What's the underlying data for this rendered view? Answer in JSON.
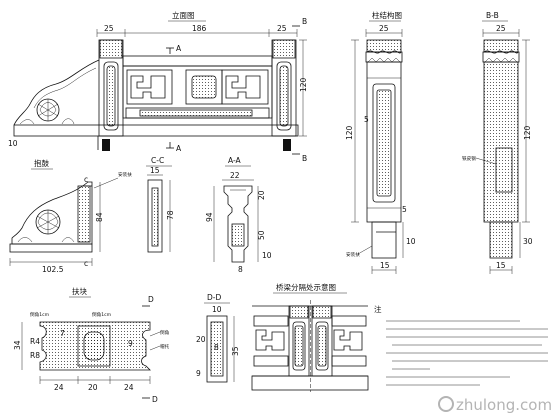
{
  "titles": {
    "elevation": "立面图",
    "column_structure": "柱结构图",
    "section_bb": "B-B",
    "drum_block": "抱鼓",
    "section_cc": "C-C",
    "section_aa": "A-A",
    "bridge_junction": "桥梁分隔处示意图",
    "fu_block": "扶块",
    "section_dd": "D-D"
  },
  "labels": {
    "A": "A",
    "B": "B",
    "C": "C",
    "D": "D",
    "c": "c",
    "nidu": "铁皮钢",
    "qiangxian": "安装扶",
    "qiangxian2": "安装扶",
    "bold_top": "倒角1cm",
    "bold_left": "倒角1cm",
    "R4": "R4",
    "R8": "R8",
    "angle1": "倒角",
    "angle2": "帽托"
  },
  "dims": {
    "elev_top_left": "25",
    "elev_top_mid": "186",
    "elev_top_right": "25",
    "elev_height": "120",
    "elev_bottom": "10",
    "col_top_w": "25",
    "col_height": "120",
    "col_b1": "5",
    "col_b2": "5",
    "col_base_h": "10",
    "col_bot_w": "15",
    "bb_top_w": "25",
    "bb_height": "120",
    "bb_base_h": "30",
    "bb_bot_w": "15",
    "drum_h": "84",
    "drum_w": "102.5",
    "cc_w": "15",
    "cc_h": "78",
    "aa_w": "22",
    "aa_h": "94",
    "aa_1": "20",
    "aa_2": "50",
    "aa_3": "10",
    "aa_4": "8",
    "fu_left": "34",
    "fu_b1": "24",
    "fu_b2": "20",
    "fu_b3": "24",
    "fu_top": "7",
    "fu_mid": "9",
    "dd_w": "10",
    "dd_h": "35",
    "dd_1": "8",
    "dd_2": "20",
    "dd_3": "9"
  },
  "note": {
    "heading": "注"
  },
  "watermark": {
    "text": "zhulong.com"
  }
}
